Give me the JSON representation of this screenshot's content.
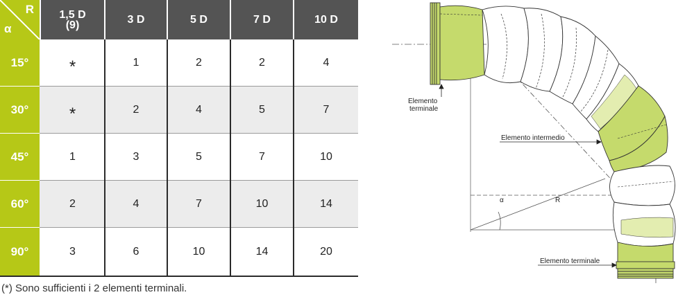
{
  "table": {
    "corner": {
      "r_label": "R",
      "alpha_label": "α"
    },
    "headers": [
      {
        "line1": "1,5 D",
        "line2": "(9)"
      },
      {
        "line1": "3 D",
        "line2": ""
      },
      {
        "line1": "5 D",
        "line2": ""
      },
      {
        "line1": "7 D",
        "line2": ""
      },
      {
        "line1": "10 D",
        "line2": ""
      }
    ],
    "rows": [
      {
        "angle": "15°",
        "values": [
          "*",
          "1",
          "2",
          "2",
          "4"
        ]
      },
      {
        "angle": "30°",
        "values": [
          "*",
          "2",
          "4",
          "5",
          "7"
        ]
      },
      {
        "angle": "45°",
        "values": [
          "1",
          "3",
          "5",
          "7",
          "10"
        ]
      },
      {
        "angle": "60°",
        "values": [
          "2",
          "4",
          "7",
          "10",
          "14"
        ]
      },
      {
        "angle": "90°",
        "values": [
          "3",
          "6",
          "10",
          "14",
          "20"
        ]
      }
    ]
  },
  "footnote": "(*) Sono sufficienti i 2 elementi terminali.",
  "diagram": {
    "label_terminal_top_1": "Elemento",
    "label_terminal_top_2": "terminale",
    "label_intermediate": "Elemento intermedio",
    "label_terminal_bottom": "Elemento terminale",
    "label_alpha": "α",
    "label_radius": "R"
  },
  "colors": {
    "accent_green": "#b6c817",
    "header_gray": "#545454",
    "alt_row": "#ececec",
    "diagram_green": "#c5da6c",
    "diagram_light_green": "#e3edb0"
  }
}
